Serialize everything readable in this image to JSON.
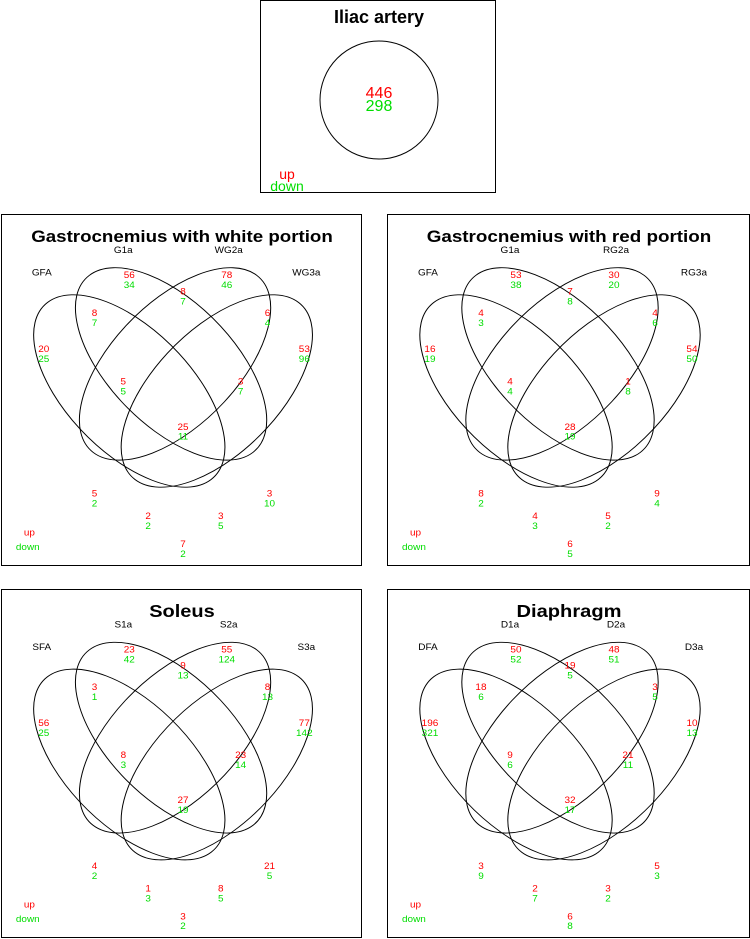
{
  "colors": {
    "up": "#ff0000",
    "down": "#00dd00",
    "outline": "#000000"
  },
  "legend": {
    "up": "up",
    "down": "down"
  },
  "panels": {
    "iliac": {
      "title": "Iliac artery",
      "set": {
        "up": "446",
        "down": "298"
      }
    },
    "gw": {
      "title": "Gastrocnemius with white portion",
      "sets": [
        "GFA",
        "G1a",
        "WG2a",
        "WG3a"
      ],
      "regions": [
        {
          "up": "20",
          "down": "25"
        },
        {
          "up": "56",
          "down": "34"
        },
        {
          "up": "78",
          "down": "46"
        },
        {
          "up": "53",
          "down": "96"
        },
        {
          "up": "8",
          "down": "7"
        },
        {
          "up": "8",
          "down": "7"
        },
        {
          "up": "6",
          "down": "4"
        },
        {
          "up": "5",
          "down": "5"
        },
        {
          "up": "3",
          "down": "7"
        },
        {
          "up": "25",
          "down": "11"
        },
        {
          "up": "5",
          "down": "2"
        },
        {
          "up": "3",
          "down": "10"
        },
        {
          "up": "2",
          "down": "2"
        },
        {
          "up": "3",
          "down": "5"
        },
        {
          "up": "7",
          "down": "2"
        }
      ]
    },
    "gr": {
      "title": "Gastrocnemius with red portion",
      "sets": [
        "GFA",
        "G1a",
        "RG2a",
        "RG3a"
      ],
      "regions": [
        {
          "up": "16",
          "down": "19"
        },
        {
          "up": "53",
          "down": "38"
        },
        {
          "up": "30",
          "down": "20"
        },
        {
          "up": "54",
          "down": "50"
        },
        {
          "up": "4",
          "down": "3"
        },
        {
          "up": "7",
          "down": "8"
        },
        {
          "up": "4",
          "down": "6"
        },
        {
          "up": "4",
          "down": "4"
        },
        {
          "up": "1",
          "down": "8"
        },
        {
          "up": "28",
          "down": "19"
        },
        {
          "up": "8",
          "down": "2"
        },
        {
          "up": "9",
          "down": "4"
        },
        {
          "up": "4",
          "down": "3"
        },
        {
          "up": "5",
          "down": "2"
        },
        {
          "up": "6",
          "down": "5"
        }
      ]
    },
    "so": {
      "title": "Soleus",
      "sets": [
        "SFA",
        "S1a",
        "S2a",
        "S3a"
      ],
      "regions": [
        {
          "up": "56",
          "down": "25"
        },
        {
          "up": "23",
          "down": "42"
        },
        {
          "up": "55",
          "down": "124"
        },
        {
          "up": "77",
          "down": "142"
        },
        {
          "up": "3",
          "down": "1"
        },
        {
          "up": "9",
          "down": "13"
        },
        {
          "up": "8",
          "down": "13"
        },
        {
          "up": "8",
          "down": "3"
        },
        {
          "up": "23",
          "down": "14"
        },
        {
          "up": "27",
          "down": "19"
        },
        {
          "up": "4",
          "down": "2"
        },
        {
          "up": "21",
          "down": "5"
        },
        {
          "up": "1",
          "down": "3"
        },
        {
          "up": "8",
          "down": "5"
        },
        {
          "up": "3",
          "down": "2"
        }
      ]
    },
    "di": {
      "title": "Diaphragm",
      "sets": [
        "DFA",
        "D1a",
        "D2a",
        "D3a"
      ],
      "regions": [
        {
          "up": "196",
          "down": "321"
        },
        {
          "up": "50",
          "down": "52"
        },
        {
          "up": "48",
          "down": "51"
        },
        {
          "up": "10",
          "down": "13"
        },
        {
          "up": "18",
          "down": "6"
        },
        {
          "up": "19",
          "down": "5"
        },
        {
          "up": "3",
          "down": "5"
        },
        {
          "up": "9",
          "down": "6"
        },
        {
          "up": "21",
          "down": "11"
        },
        {
          "up": "32",
          "down": "17"
        },
        {
          "up": "3",
          "down": "9"
        },
        {
          "up": "5",
          "down": "3"
        },
        {
          "up": "2",
          "down": "7"
        },
        {
          "up": "3",
          "down": "2"
        },
        {
          "up": "6",
          "down": "8"
        }
      ]
    }
  }
}
